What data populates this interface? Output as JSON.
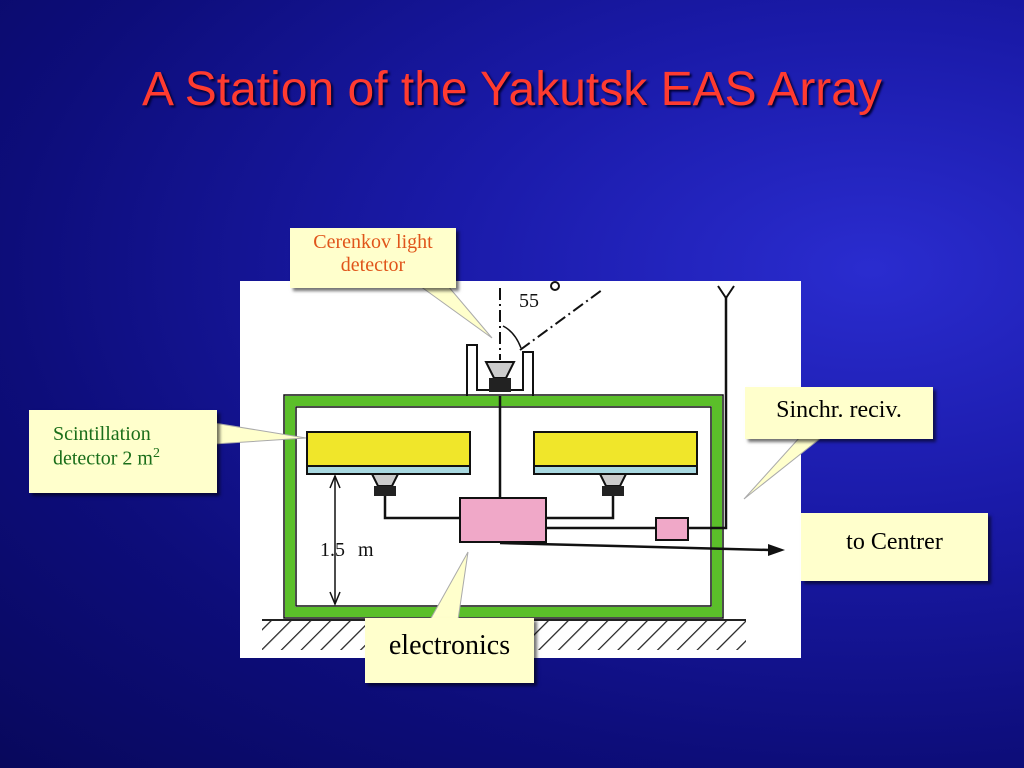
{
  "title": "A Station of the Yakutsk EAS Array",
  "callouts": {
    "cerenkov_line1": "Cerenkov light",
    "cerenkov_line2": "detector",
    "scint_line1": "Scintillation",
    "scint_line2": "detector 2 m",
    "scint_sup": "2",
    "sinchr": "Sinchr. reciv.",
    "centre": "to Centrer",
    "electronics": "electronics"
  },
  "diagram": {
    "angle_value": "55",
    "angle_unit": "o",
    "height_value": "1.5",
    "height_unit": "m"
  },
  "colors": {
    "title": "#ff3b30",
    "wall": "#5bbf2a",
    "scintillator": "#f0e62a",
    "scint_base": "#a8d8e0",
    "electronics": "#f0a8c8",
    "callout_bg": "#ffffcc"
  }
}
